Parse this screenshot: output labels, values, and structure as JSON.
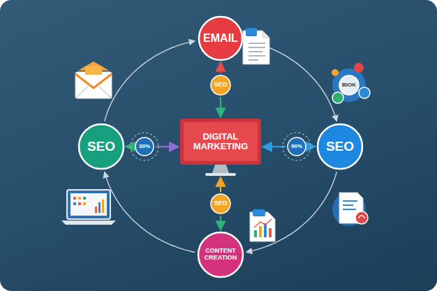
{
  "diagram": {
    "nodes": [
      {
        "text": [
          "EMAIL"
        ]
      },
      {
        "text": [
          "SEO"
        ]
      },
      {
        "text": [
          "BIOK"
        ]
      },
      {
        "text": [
          "SEO"
        ]
      },
      {
        "text": [
          "30%"
        ]
      },
      {
        "text": [
          "DIGITAL MARKETING"
        ]
      },
      {
        "text": [
          "90%"
        ]
      },
      {
        "text": [
          "SEO"
        ]
      },
      {
        "text": [
          "SEO"
        ]
      },
      {
        "text": [
          "CONTENT CREATION"
        ]
      }
    ],
    "edges": [
      {
        "from": 1,
        "to": 5,
        "arrow": "to"
      },
      {
        "from": 1,
        "to": 0,
        "arrow": "to"
      },
      {
        "from": 4,
        "to": 5,
        "arrow": "to"
      },
      {
        "from": 4,
        "to": 3,
        "arrow": "to"
      },
      {
        "from": 6,
        "to": 5,
        "arrow": "to"
      },
      {
        "from": 6,
        "to": 7,
        "arrow": "to"
      },
      {
        "from": 8,
        "to": 5,
        "arrow": "to"
      },
      {
        "from": 8,
        "to": 9,
        "arrow": "to"
      },
      {
        "from": 0,
        "to": 7,
        "arrow": "to"
      },
      {
        "from": 7,
        "to": 9,
        "arrow": "to"
      },
      {
        "from": 9,
        "to": 3,
        "arrow": "to"
      },
      {
        "from": 3,
        "to": 0,
        "arrow": "to"
      }
    ]
  }
}
